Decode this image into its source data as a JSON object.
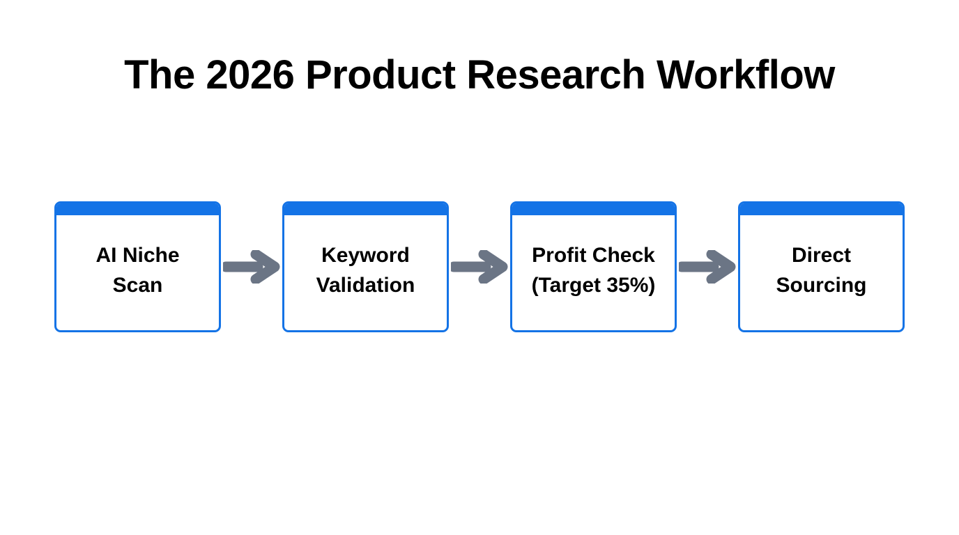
{
  "title": "The 2026 Product Research Workflow",
  "colors": {
    "background": "#ffffff",
    "box_border": "#1473e6",
    "box_header_band": "#1473e6",
    "box_fill": "#ffffff",
    "text": "#000000",
    "arrow": "#6b7585"
  },
  "flow": {
    "steps": [
      {
        "label": "AI Niche\nScan"
      },
      {
        "label": "Keyword\nValidation"
      },
      {
        "label": "Profit Check\n(Target 35%)"
      },
      {
        "label": "Direct\nSourcing"
      }
    ],
    "connectors": [
      {
        "kind": "arrow-right-icon"
      },
      {
        "kind": "arrow-right-icon"
      },
      {
        "kind": "arrow-right-icon"
      }
    ]
  },
  "chart_data": {
    "type": "diagram",
    "diagram_type": "linear-process-flow",
    "title": "The 2026 Product Research Workflow",
    "orientation": "horizontal",
    "nodes": [
      {
        "id": 1,
        "label": "AI Niche Scan"
      },
      {
        "id": 2,
        "label": "Keyword Validation"
      },
      {
        "id": 3,
        "label": "Profit Check (Target 35%)"
      },
      {
        "id": 4,
        "label": "Direct Sourcing"
      }
    ],
    "edges": [
      {
        "from": 1,
        "to": 2,
        "style": "arrow"
      },
      {
        "from": 2,
        "to": 3,
        "style": "arrow"
      },
      {
        "from": 3,
        "to": 4,
        "style": "arrow"
      }
    ],
    "annotations": [
      "Target 35%"
    ]
  }
}
